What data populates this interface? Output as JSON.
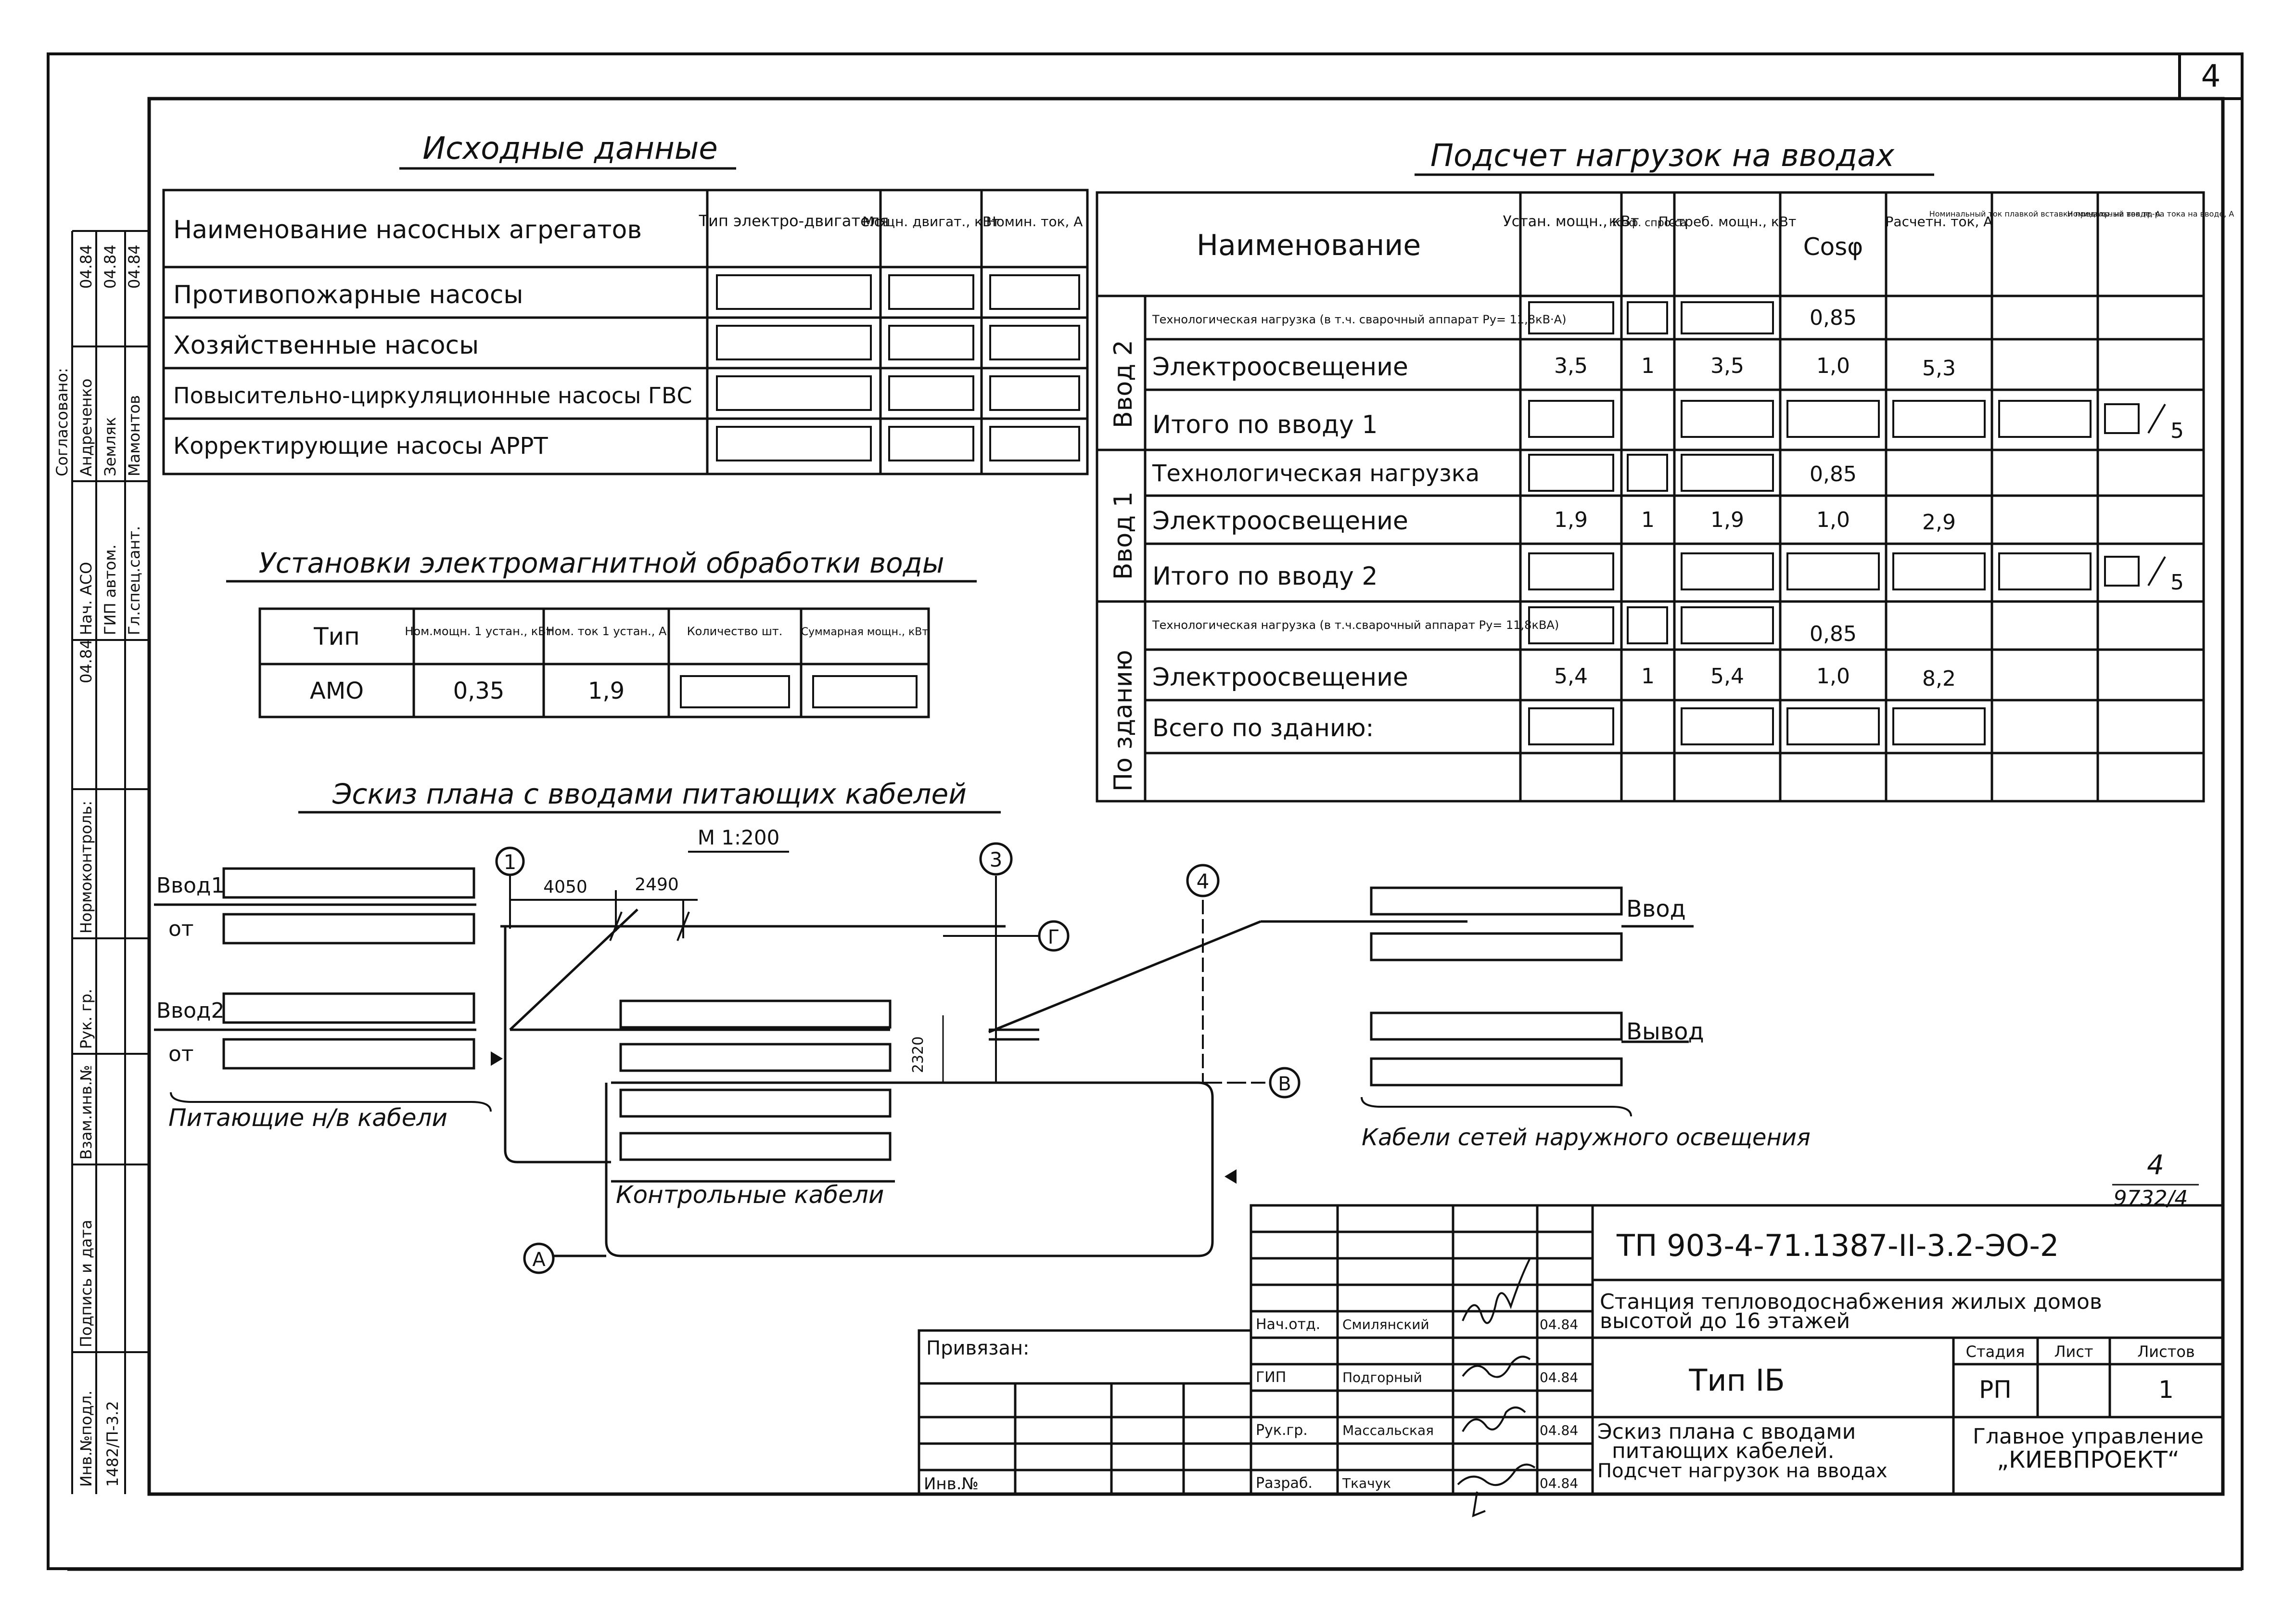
{
  "sheet_number": "4",
  "stamp": {
    "top": "4",
    "bottom": "9732/4"
  },
  "left_strip": {
    "labels": [
      "Инв.№подл.",
      "Подпись и дата",
      "Взам.инв.№",
      "Рук. гр.",
      "Нормоконтроль:",
      "Нач. АСО",
      "ГИП автом.",
      "Гл.спец.сант.",
      "Андреченко",
      "Земляк",
      "Мамонтов",
      "Согласовано:"
    ],
    "dates": [
      "04.84",
      "04.84",
      "04.84",
      "04.84"
    ],
    "inv_value": "1482/П-3.2"
  },
  "source_data": {
    "title": "Исходные данные",
    "headers": [
      "Наименование насосных агрегатов",
      "Тип электро-двигателя",
      "Мощн. двигат., кВт",
      "Номин. ток, А"
    ],
    "rows": [
      "Противопожарные насосы",
      "Хозяйственные насосы",
      "Повысительно-циркуляционные насосы ГВС",
      "Корректирующие насосы АРРТ"
    ]
  },
  "emt": {
    "title": "Установки электромагнитной обработки воды",
    "headers": [
      "Тип",
      "Ном.мощн. 1 устан., кВт",
      "Ном. ток 1 устан., А",
      "Количество шт.",
      "Суммарная мощн., кВт"
    ],
    "row": [
      "АМО",
      "0,35",
      "1,9"
    ]
  },
  "sketch": {
    "title": "Эскиз плана с вводами питающих кабелей",
    "scale": "М 1:200",
    "dims": [
      "4050",
      "2490",
      "2320"
    ],
    "axes": [
      "1",
      "3",
      "4",
      "Г",
      "В",
      "А"
    ],
    "labels": {
      "vvod1": "Ввод1",
      "vvod2": "Ввод2",
      "from1": "от",
      "from2": "от",
      "supply": "Питающие н/в кабели",
      "control": "Контрольные кабели",
      "in": "Ввод",
      "out": "Вывод",
      "outdoor": "Кабели сетей наружного освещения"
    }
  },
  "loads": {
    "title": "Подсчет нагрузок на вводах",
    "headers": [
      "Наименование",
      "Устан. мощн., кВт",
      "Коэф. спро-са",
      "Потреб. мощн., кВт",
      "Cosφ",
      "Расчетн. ток, А",
      "Номинальный ток плавкой вставки предохр. на вводе, А",
      "Номинальный ток тр-ра тока на вводе, А"
    ],
    "groups": [
      {
        "label": "Ввод 2",
        "rows": [
          {
            "name": "Технологическая нагрузка (в т.ч. сварочный аппарат Pу= 11,8кВ·А)",
            "p": "",
            "k": "",
            "pc": "",
            "cos": "0,85",
            "i": ""
          },
          {
            "name": "Электроосвещение",
            "p": "3,5",
            "k": "1",
            "pc": "3,5",
            "cos": "1,0",
            "i": "5,3"
          },
          {
            "name": "Итого по вводу 1",
            "p": "",
            "k": "",
            "pc": "",
            "cos": "",
            "i": "",
            "ratio": "5"
          }
        ]
      },
      {
        "label": "Ввод 1",
        "rows": [
          {
            "name": "Технологическая нагрузка",
            "p": "",
            "k": "",
            "pc": "",
            "cos": "0,85",
            "i": ""
          },
          {
            "name": "Электроосвещение",
            "p": "1,9",
            "k": "1",
            "pc": "1,9",
            "cos": "1,0",
            "i": "2,9"
          },
          {
            "name": "Итого по вводу 2",
            "p": "",
            "k": "",
            "pc": "",
            "cos": "",
            "i": "",
            "ratio": "5"
          }
        ]
      },
      {
        "label": "По зданию",
        "rows": [
          {
            "name": "Технологическая нагрузка (в т.ч.сварочный аппарат Pу= 11,8кВА)",
            "p": "",
            "k": "",
            "pc": "",
            "cos": "0,85",
            "i": ""
          },
          {
            "name": "Электроосвещение",
            "p": "5,4",
            "k": "1",
            "pc": "5,4",
            "cos": "1,0",
            "i": "8,2"
          },
          {
            "name": "Всего по зданию:",
            "p": "",
            "k": "",
            "pc": "",
            "cos": "",
            "i": ""
          },
          {
            "name": "",
            "p": "",
            "k": "",
            "pc": "",
            "cos": "",
            "i": ""
          }
        ]
      }
    ]
  },
  "title_block": {
    "code": "ТП 903-4-71.1387-II-3.2-ЭО-2",
    "project": "Станция тепловодоснабжения жилых домов высотой до 16 этажей",
    "type": "Тип IБ",
    "sheet_title": "Эскиз плана с вводами питающих кабелей. Подсчет нагрузок на вводах",
    "stage_label": "Стадия",
    "sheet_label": "Лист",
    "sheets_label": "Листов",
    "stage": "РП",
    "sheets": "1",
    "org_line1": "Главное управление",
    "org_line2": "„КИЕВПРОЕКТ“",
    "tied": "Привязан:",
    "inv": "Инв.№",
    "people": [
      {
        "role": "Нач.отд.",
        "name": "Смилянский",
        "date": "04.84"
      },
      {
        "role": "ГИП",
        "name": "Подгорный",
        "date": "04.84"
      },
      {
        "role": "Рук.гр.",
        "name": "Массальская",
        "date": "04.84"
      },
      {
        "role": "Разраб.",
        "name": "Ткачук",
        "date": "04.84"
      }
    ]
  }
}
